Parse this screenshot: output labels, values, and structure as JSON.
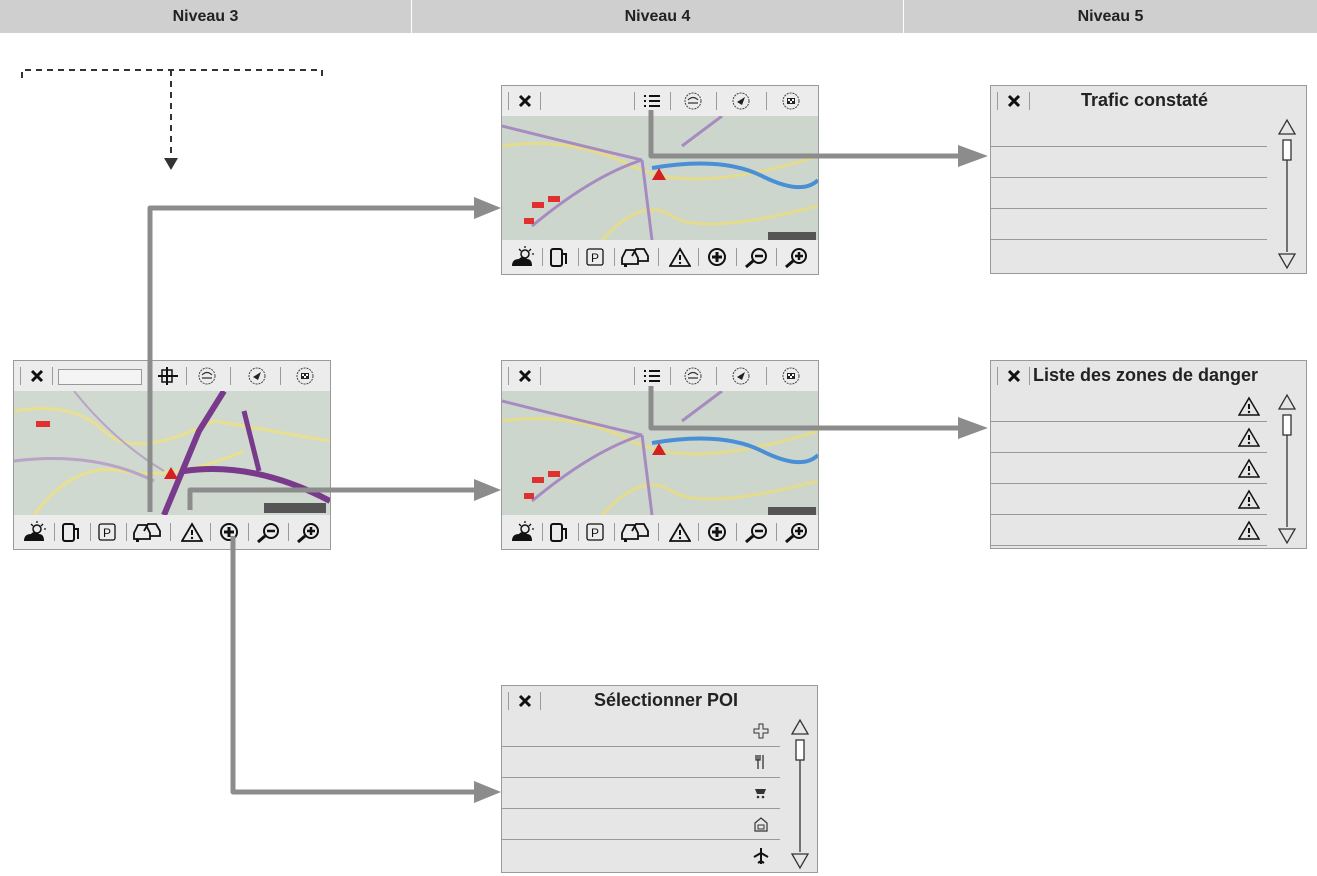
{
  "headers": [
    "Niveau 3",
    "Niveau 4",
    "Niveau 5"
  ],
  "lists": {
    "trafic": {
      "title": "Trafic constaté",
      "rows": 5
    },
    "danger": {
      "title": "Liste des zones de danger",
      "rows": 5
    },
    "poi": {
      "title": "Sélectionner POI",
      "rows": 5,
      "row_icons": [
        "cross-icon",
        "cutlery-icon",
        "cart-icon",
        "garage-icon",
        "airplane-icon"
      ]
    }
  },
  "colors": {
    "arrow": "#8c8c8c",
    "header_bg": "#cfcfcf",
    "panel_bg": "#e6e6e6",
    "route_main": "#7a3a8c",
    "route_blue": "#4a8fd6"
  },
  "icons": {
    "top_bar": [
      "close-icon",
      "list-icon",
      "route-icon",
      "compass-icon",
      "finish-flag-icon"
    ],
    "bottom_bar": [
      "weather-icon",
      "fuel-icon",
      "parking-icon",
      "poi-icon",
      "danger-zone-icon",
      "plus-icon",
      "zoom-out-icon",
      "zoom-in-icon"
    ],
    "level3_top_bar": [
      "close-icon",
      "text-field",
      "crosshair-icon",
      "route-icon",
      "compass-icon",
      "finish-flag-icon"
    ]
  }
}
